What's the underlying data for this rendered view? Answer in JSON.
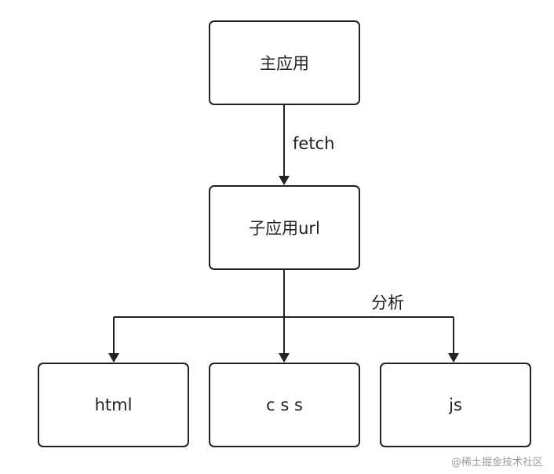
{
  "diagram": {
    "nodes": {
      "main_app": "主应用",
      "sub_app_url": "子应用url",
      "html": "html",
      "css": "c s s",
      "js": "js"
    },
    "edge_labels": {
      "fetch": "fetch",
      "analyze": "分析"
    },
    "colors": {
      "stroke": "#222222",
      "background": "#ffffff"
    }
  },
  "watermark": "@稀土掘金技术社区"
}
